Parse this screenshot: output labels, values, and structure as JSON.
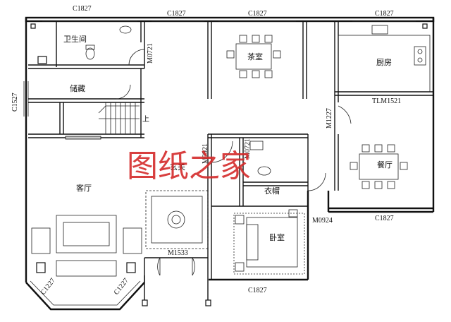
{
  "rooms": {
    "bathroom": "卫生间",
    "storage": "储藏",
    "tea_room": "茶室",
    "kitchen": "厨房",
    "living_room": "客厅",
    "foyer": "玄关",
    "wardrobe": "衣帽",
    "bedroom": "卧室",
    "dining_room": "餐厅"
  },
  "codes": {
    "window_top_left": "C1827",
    "window_top_mid1": "C1827",
    "window_top_mid2": "C1827",
    "window_top_right": "C1827",
    "window_left": "C1527",
    "window_bottom_mid": "C1827",
    "window_dining_bottom": "C1827",
    "window_bay_left": "C1227",
    "window_bay_right": "C1227",
    "door_bathroom": "M0721",
    "door_foyer": "M0921",
    "door_wardrobe": "M0721",
    "door_kitchen": "M1227",
    "door_bedroom": "M0924",
    "door_entry": "M1533",
    "door_kitchen_slide": "TLM1521",
    "stair_mark": "上"
  },
  "watermark": "图纸之家",
  "colors": {
    "watermark": "#d42a2a",
    "wall": "#111111",
    "hatch": "#c8c8c8"
  }
}
